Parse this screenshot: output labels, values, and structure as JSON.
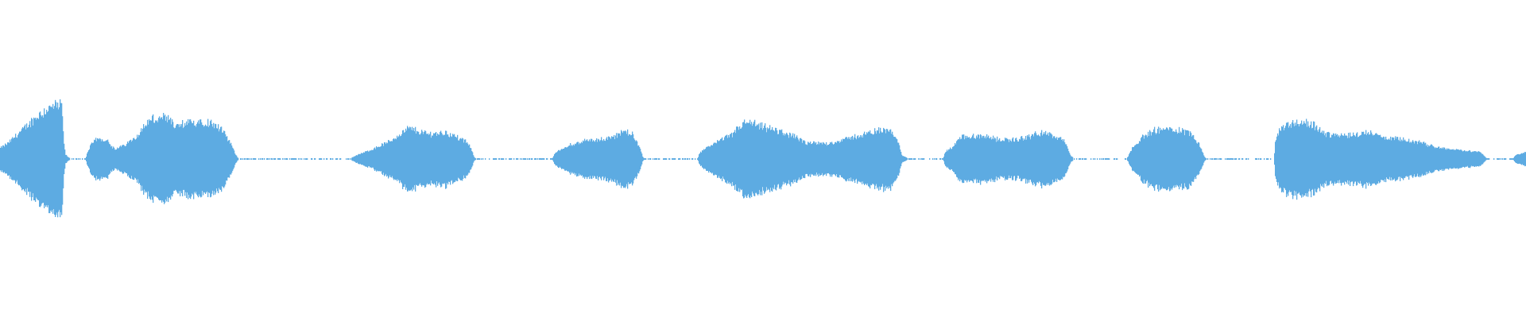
{
  "waveform": {
    "color": "#5dabe2",
    "background": "#ffffff",
    "frames": 1920,
    "envelope": [
      [
        0,
        0.075
      ],
      [
        10,
        0.11
      ],
      [
        20,
        0.165
      ],
      [
        30,
        0.21
      ],
      [
        40,
        0.265
      ],
      [
        50,
        0.315
      ],
      [
        60,
        0.35
      ],
      [
        70,
        0.375
      ],
      [
        78,
        0.365
      ],
      [
        80,
        0.135
      ],
      [
        82,
        0.035
      ],
      [
        86,
        0.01
      ],
      [
        90,
        0.005
      ],
      [
        108,
        0.005
      ],
      [
        110,
        0.05
      ],
      [
        115,
        0.1
      ],
      [
        120,
        0.135
      ],
      [
        135,
        0.14
      ],
      [
        140,
        0.09
      ],
      [
        145,
        0.065
      ],
      [
        160,
        0.11
      ],
      [
        175,
        0.175
      ],
      [
        180,
        0.225
      ],
      [
        190,
        0.275
      ],
      [
        210,
        0.285
      ],
      [
        220,
        0.225
      ],
      [
        230,
        0.24
      ],
      [
        250,
        0.265
      ],
      [
        270,
        0.25
      ],
      [
        280,
        0.2
      ],
      [
        290,
        0.11
      ],
      [
        297,
        0.025
      ],
      [
        300,
        0.005
      ],
      [
        440,
        0.003
      ],
      [
        448,
        0.025
      ],
      [
        467,
        0.065
      ],
      [
        491,
        0.125
      ],
      [
        514,
        0.215
      ],
      [
        538,
        0.175
      ],
      [
        562,
        0.185
      ],
      [
        585,
        0.125
      ],
      [
        590,
        0.1
      ],
      [
        597,
        0.01
      ],
      [
        600,
        0.003
      ],
      [
        695,
        0.003
      ],
      [
        698,
        0.04
      ],
      [
        713,
        0.09
      ],
      [
        741,
        0.135
      ],
      [
        760,
        0.135
      ],
      [
        779,
        0.175
      ],
      [
        788,
        0.19
      ],
      [
        797,
        0.165
      ],
      [
        805,
        0.075
      ],
      [
        809,
        0.01
      ],
      [
        812,
        0.003
      ],
      [
        878,
        0.003
      ],
      [
        880,
        0.04
      ],
      [
        892,
        0.09
      ],
      [
        906,
        0.135
      ],
      [
        920,
        0.165
      ],
      [
        930,
        0.225
      ],
      [
        939,
        0.26
      ],
      [
        958,
        0.225
      ],
      [
        977,
        0.2
      ],
      [
        996,
        0.165
      ],
      [
        1015,
        0.11
      ],
      [
        1043,
        0.11
      ],
      [
        1062,
        0.135
      ],
      [
        1081,
        0.165
      ],
      [
        1100,
        0.19
      ],
      [
        1118,
        0.215
      ],
      [
        1128,
        0.15
      ],
      [
        1135,
        0.025
      ],
      [
        1142,
        0.005
      ],
      [
        1187,
        0.003
      ],
      [
        1189,
        0.05
      ],
      [
        1199,
        0.085
      ],
      [
        1208,
        0.15
      ],
      [
        1233,
        0.16
      ],
      [
        1257,
        0.135
      ],
      [
        1281,
        0.135
      ],
      [
        1305,
        0.175
      ],
      [
        1315,
        0.185
      ],
      [
        1330,
        0.15
      ],
      [
        1339,
        0.125
      ],
      [
        1347,
        0.025
      ],
      [
        1351,
        0.005
      ],
      [
        1417,
        0.003
      ],
      [
        1419,
        0.015
      ],
      [
        1427,
        0.1
      ],
      [
        1441,
        0.165
      ],
      [
        1451,
        0.2
      ],
      [
        1475,
        0.21
      ],
      [
        1499,
        0.185
      ],
      [
        1509,
        0.1
      ],
      [
        1516,
        0.01
      ],
      [
        1519,
        0.003
      ],
      [
        1603,
        0.003
      ],
      [
        1605,
        0.15
      ],
      [
        1613,
        0.225
      ],
      [
        1630,
        0.26
      ],
      [
        1654,
        0.235
      ],
      [
        1667,
        0.175
      ],
      [
        1693,
        0.165
      ],
      [
        1727,
        0.19
      ],
      [
        1737,
        0.15
      ],
      [
        1766,
        0.135
      ],
      [
        1790,
        0.11
      ],
      [
        1805,
        0.085
      ],
      [
        1839,
        0.06
      ],
      [
        1863,
        0.05
      ],
      [
        1870,
        0.005
      ],
      [
        1904,
        0.003
      ],
      [
        1906,
        0.025
      ],
      [
        1920,
        0.05
      ]
    ]
  }
}
